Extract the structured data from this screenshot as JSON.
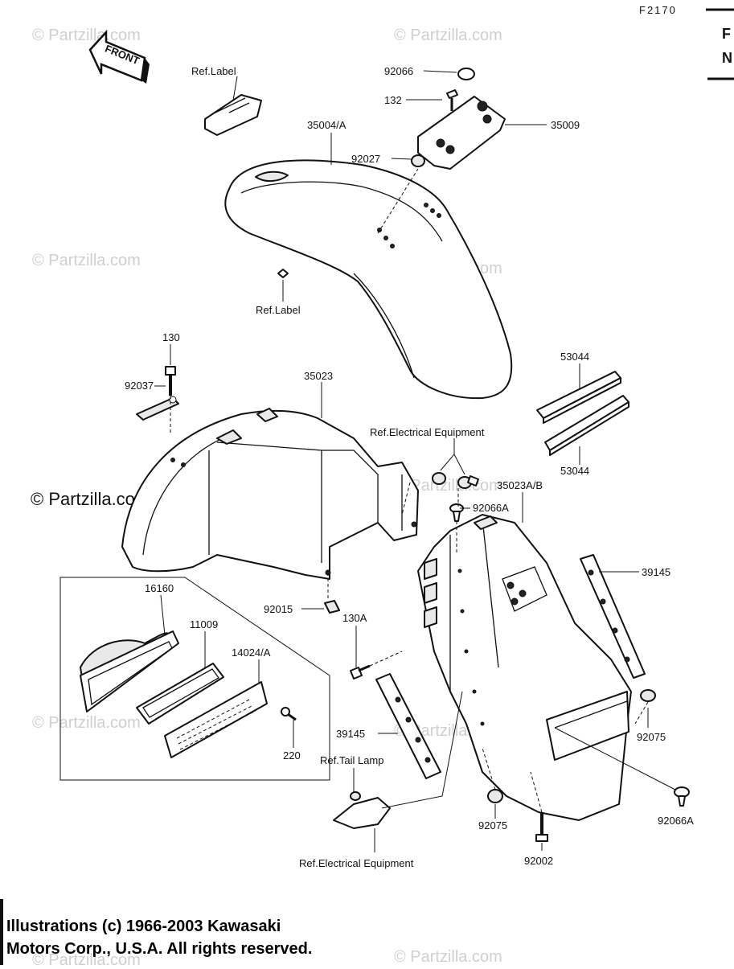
{
  "figure_code": "F2170",
  "edge_letters": [
    "F",
    "N"
  ],
  "front_marker": "FRONT",
  "watermark": "© Partzilla.com",
  "callouts": {
    "ref_label_top": "Ref.Label",
    "p92066": "92066",
    "p132": "132",
    "p35009": "35009",
    "p35004a": "35004/A",
    "p92027": "92027",
    "ref_label_mid": "Ref.Label",
    "p130": "130",
    "p92037": "92037",
    "p35023": "35023",
    "p53044_top": "53044",
    "p53044_bottom": "53044",
    "ref_elec_top": "Ref.Electrical Equipment",
    "p35023ab": "35023A/B",
    "p92066a_top": "92066A",
    "p39145_right": "39145",
    "p16160": "16160",
    "p11009": "11009",
    "p14024a": "14024/A",
    "p220": "220",
    "p92015": "92015",
    "p130a": "130A",
    "p39145_left": "39145",
    "ref_tail_lamp": "Ref.Tail Lamp",
    "p92075_right": "92075",
    "p92066a_bottom": "92066A",
    "p92075_bottom": "92075",
    "p92002": "92002",
    "ref_elec_bottom": "Ref.Electrical Equipment"
  },
  "footer": {
    "line1": "Illustrations (c) 1966-2003 Kawasaki",
    "line2": "Motors Corp., U.S.A.  All rights reserved."
  }
}
